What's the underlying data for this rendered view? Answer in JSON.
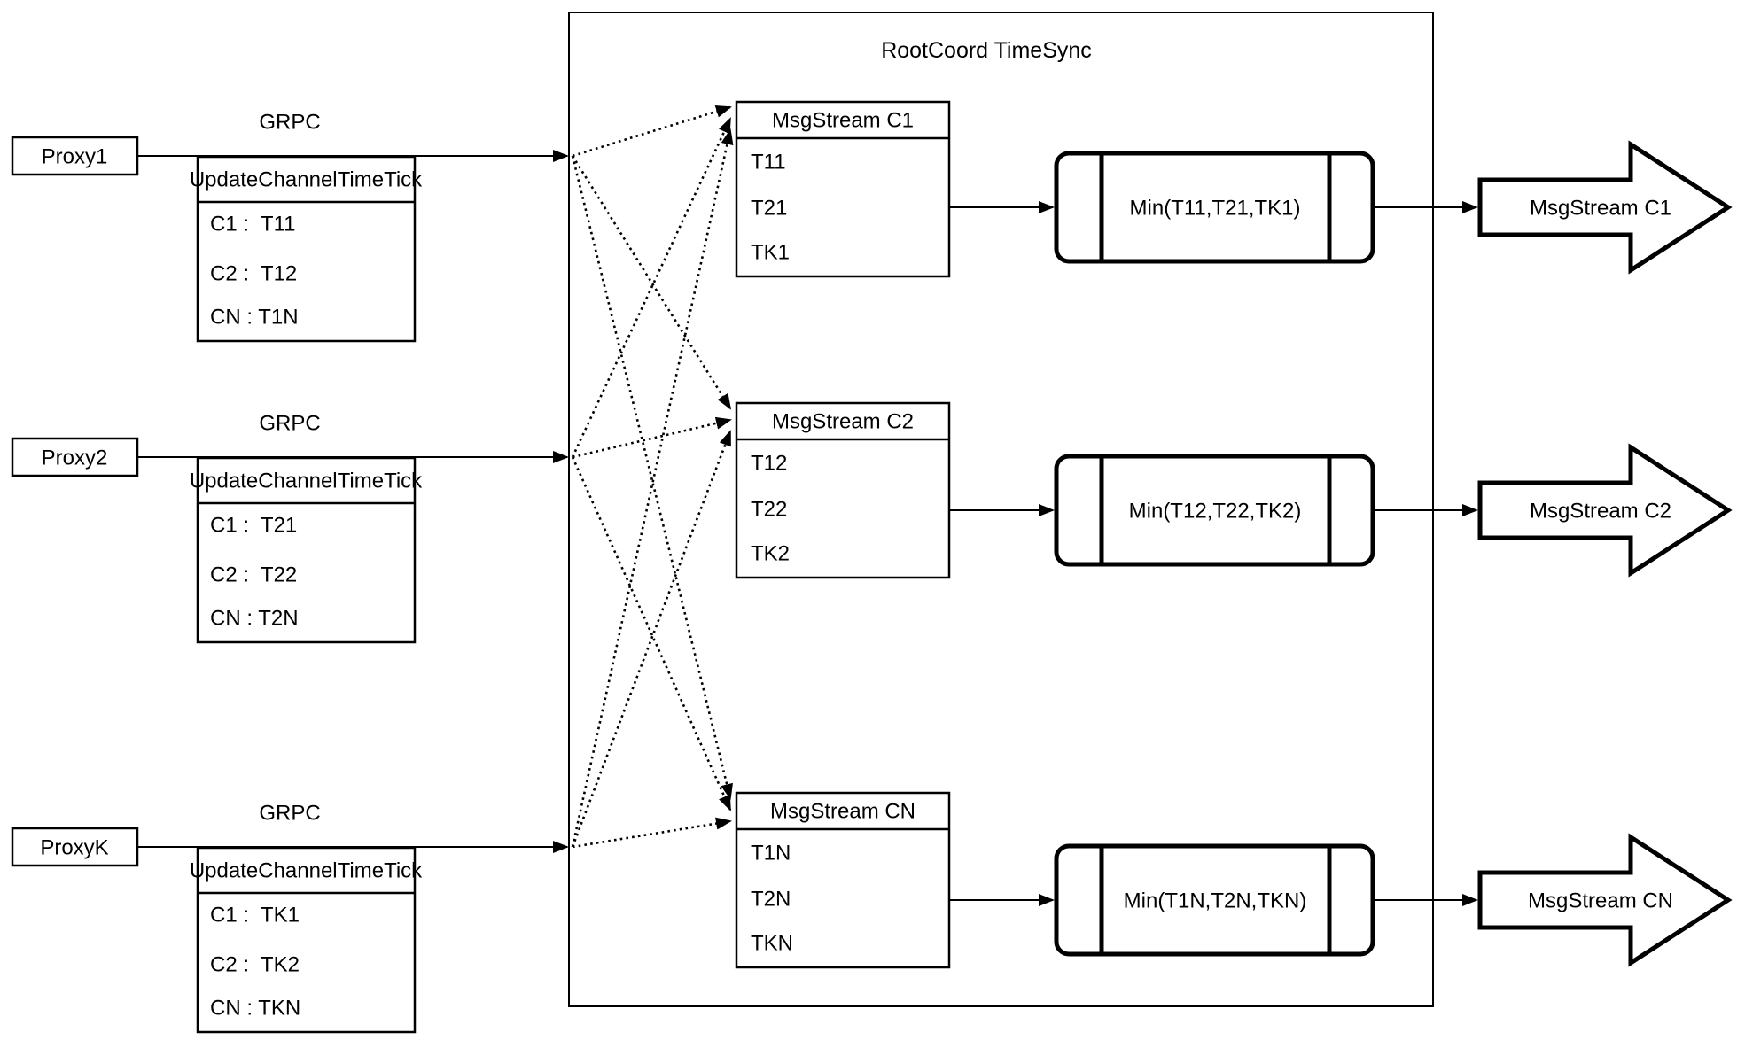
{
  "diagram": {
    "title": "RootCoord TimeSync",
    "colors": {
      "line": "#000000",
      "background": "#ffffff",
      "shape_fill": "#ffffff"
    },
    "rows": [
      {
        "proxy": "Proxy1",
        "protocol": "GRPC",
        "request": {
          "title": "UpdateChannelTimeTick",
          "entries": [
            "C1 :  T11",
            "C2 :  T12",
            "CN : T1N"
          ]
        },
        "stream_table": {
          "title": "MsgStream C1",
          "ticks": [
            "T11",
            "T21",
            "TK1"
          ]
        },
        "min_label": "Min(T11,T21,TK1)",
        "output_label": "MsgStream C1"
      },
      {
        "proxy": "Proxy2",
        "protocol": "GRPC",
        "request": {
          "title": "UpdateChannelTimeTick",
          "entries": [
            "C1 :  T21",
            "C2 :  T22",
            "CN : T2N"
          ]
        },
        "stream_table": {
          "title": "MsgStream C2",
          "ticks": [
            "T12",
            "T22",
            "TK2"
          ]
        },
        "min_label": "Min(T12,T22,TK2)",
        "output_label": "MsgStream C2"
      },
      {
        "proxy": "ProxyK",
        "protocol": "GRPC",
        "request": {
          "title": "UpdateChannelTimeTick",
          "entries": [
            "C1 :  TK1",
            "C2 :  TK2",
            "CN : TKN"
          ]
        },
        "stream_table": {
          "title": "MsgStream CN",
          "ticks": [
            "T1N",
            "T2N",
            "TKN"
          ]
        },
        "min_label": "Min(T1N,T2N,TKN)",
        "output_label": "MsgStream CN"
      }
    ]
  }
}
